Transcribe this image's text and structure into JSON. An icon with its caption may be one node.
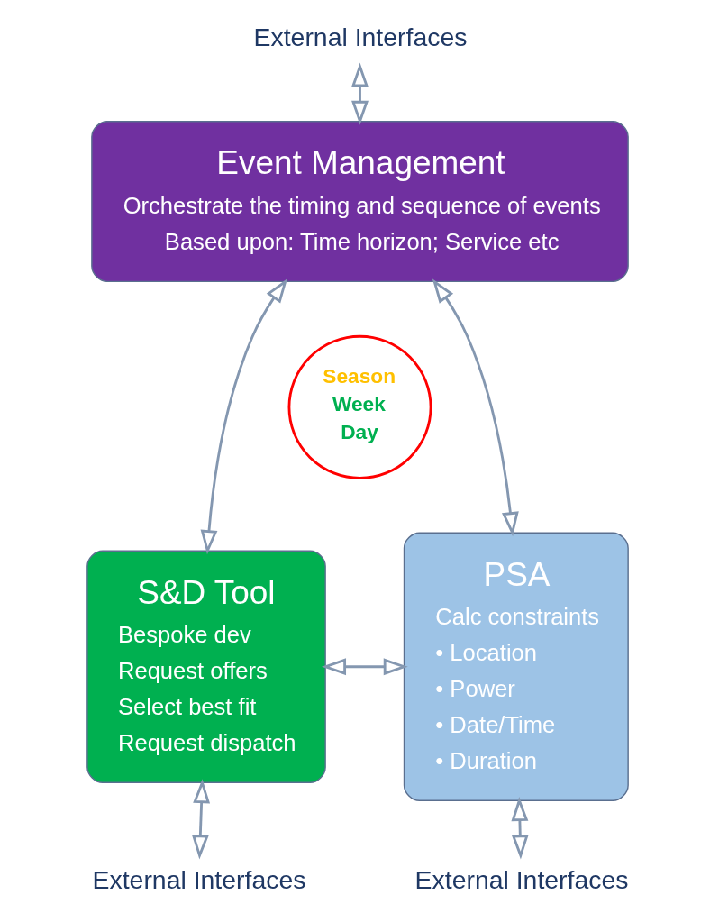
{
  "diagram": {
    "nodes": [
      {
        "text": [
          "External Interfaces"
        ]
      },
      {
        "text": [
          "Event Management",
          "Orchestrate the timing and sequence of events",
          "Based upon: Time horizon; Service etc"
        ]
      },
      {
        "text": [
          "S&D Tool",
          "Bespoke dev",
          "Request offers",
          "Select best fit",
          "Request dispatch"
        ]
      },
      {
        "text": [
          "PSA",
          "Calc constraints",
          "• Location",
          "• Power",
          "• Date/Time",
          "• Duration"
        ]
      },
      {
        "text": [
          "External Interfaces"
        ]
      },
      {
        "text": [
          "External Interfaces"
        ]
      }
    ],
    "edges": [
      {
        "from": 0,
        "to": 1,
        "arrow": "both"
      },
      {
        "from": 1,
        "to": 2,
        "arrow": "both"
      },
      {
        "from": 1,
        "to": 3,
        "arrow": "both"
      },
      {
        "from": 2,
        "to": 3,
        "arrow": "both"
      },
      {
        "from": 2,
        "to": 4,
        "arrow": "both"
      },
      {
        "from": 3,
        "to": 5,
        "arrow": "both"
      }
    ],
    "labels": [
      "Season",
      "Week",
      "Day"
    ]
  }
}
